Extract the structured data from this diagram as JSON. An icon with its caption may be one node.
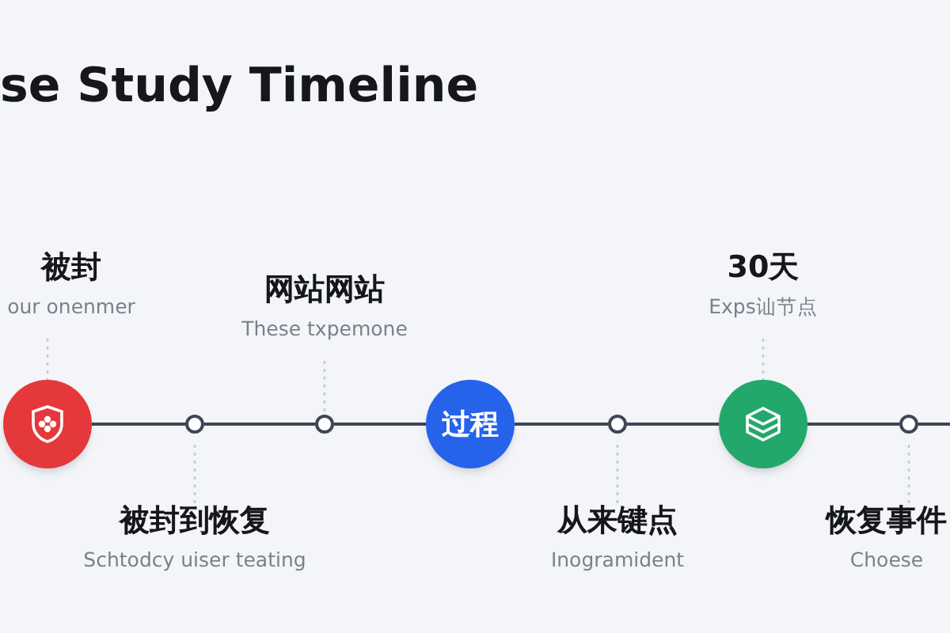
{
  "diagram": {
    "title": "se Study Timeline",
    "nodes": [
      {
        "text": [
          "被封",
          "our onenmer"
        ]
      },
      {
        "text": [],
        "shape": "circle"
      },
      {
        "text": [],
        "shape": "circle"
      },
      {
        "text": [
          "被封到恢复",
          "Schtodcy uiser teating"
        ]
      },
      {
        "text": [
          "网站网站",
          "These txpemone"
        ]
      },
      {
        "text": [],
        "shape": "circle"
      },
      {
        "text": [
          "过程"
        ]
      },
      {
        "text": [],
        "shape": "circle"
      },
      {
        "text": [
          "从来键点",
          "Inogramident"
        ]
      },
      {
        "text": [
          "30天",
          "Exps讪节点"
        ]
      },
      {
        "text": [],
        "shape": "circle"
      },
      {
        "text": [],
        "shape": "circle"
      },
      {
        "text": [
          "恢复事件",
          "Choese"
        ]
      }
    ],
    "edges": [
      {
        "from": 1,
        "to": 2,
        "arrow": "none"
      },
      {
        "from": 2,
        "to": 5,
        "arrow": "none"
      },
      {
        "from": 5,
        "to": 6,
        "arrow": "none"
      },
      {
        "from": 6,
        "to": 7,
        "arrow": "none"
      },
      {
        "from": 7,
        "to": 10,
        "arrow": "none"
      },
      {
        "from": 10,
        "to": 11,
        "arrow": "none"
      },
      {
        "from": 11,
        "to": null,
        "arrow": "none"
      },
      {
        "from": 0,
        "to": 1,
        "arrow": "none",
        "style": "dashed",
        "color": "#c4c8d0"
      },
      {
        "from": 3,
        "to": 2,
        "arrow": "none",
        "style": "dashed",
        "color": "#c4c8d0"
      },
      {
        "from": 4,
        "to": 5,
        "arrow": "none",
        "style": "dashed",
        "color": "#c4c8d0"
      },
      {
        "from": 8,
        "to": 7,
        "arrow": "none",
        "style": "dashed",
        "color": "#c4c8d0"
      },
      {
        "from": 9,
        "to": 10,
        "arrow": "none",
        "style": "dashed",
        "color": "#c4c8d0"
      },
      {
        "from": 12,
        "to": 11,
        "arrow": "none",
        "style": "dashed",
        "color": "#c4c8d0"
      }
    ]
  }
}
